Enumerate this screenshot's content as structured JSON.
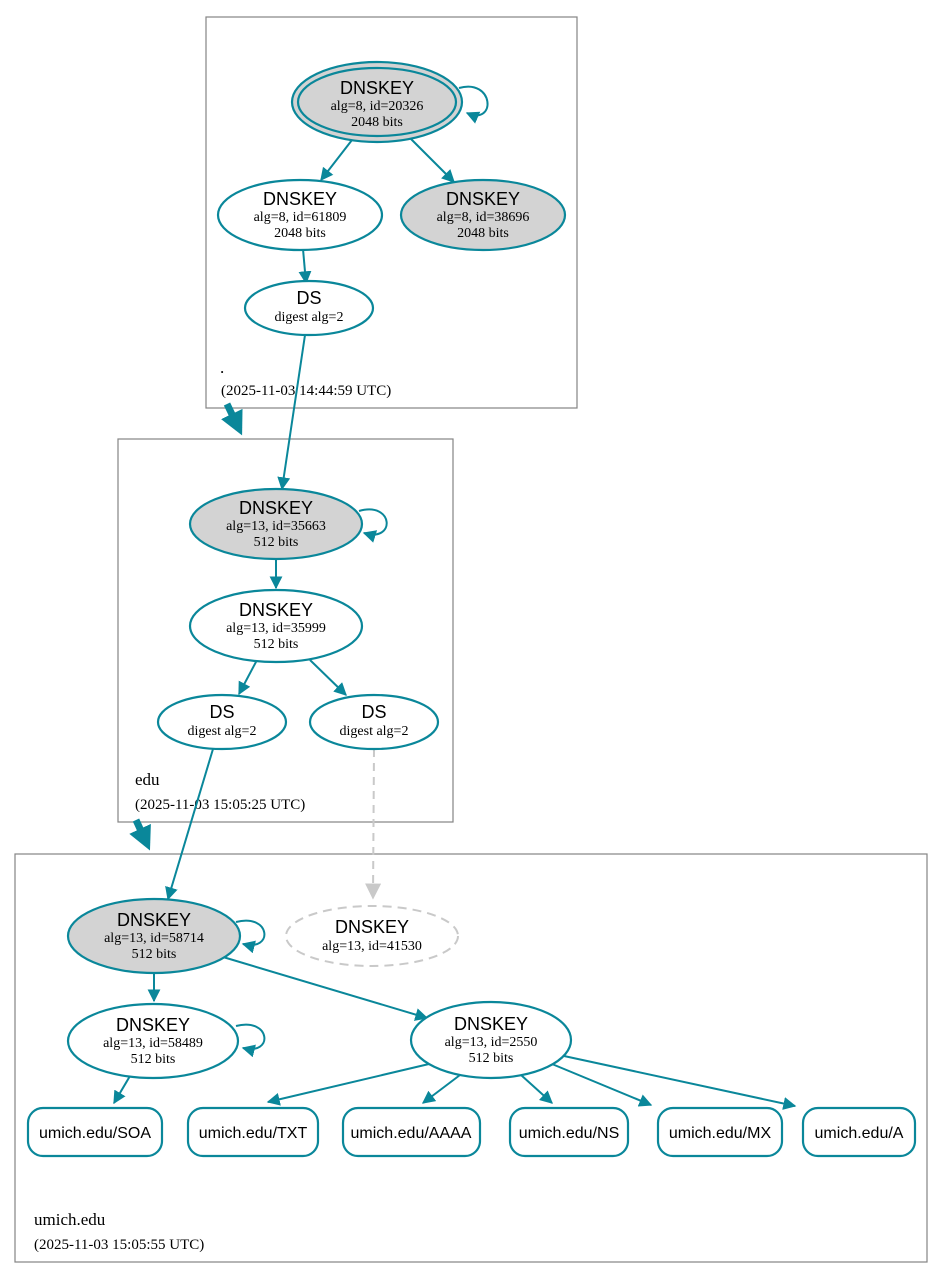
{
  "diagram_type": "dnssec-authentication-chain",
  "colors": {
    "secure": "#0a879a",
    "key_fill_gray": "#d3d3d3",
    "missing_dashed": "#c9c9c9",
    "zone_border": "#848484",
    "background": "#ffffff",
    "text": "#000000"
  },
  "zones": {
    "root": {
      "label": ".",
      "timestamp": "(2025-11-03 14:44:59 UTC)"
    },
    "edu": {
      "label": "edu",
      "timestamp": "(2025-11-03 15:05:25 UTC)"
    },
    "umich": {
      "label": "umich.edu",
      "timestamp": "(2025-11-03 15:05:55 UTC)"
    }
  },
  "nodes": {
    "root_ksk": {
      "type": "DNSKEY",
      "detail": "alg=8, id=20326",
      "bits": "2048 bits"
    },
    "root_zsk": {
      "type": "DNSKEY",
      "detail": "alg=8, id=61809",
      "bits": "2048 bits"
    },
    "root_ksk2": {
      "type": "DNSKEY",
      "detail": "alg=8, id=38696",
      "bits": "2048 bits"
    },
    "root_ds": {
      "type": "DS",
      "detail": "digest alg=2"
    },
    "edu_ksk": {
      "type": "DNSKEY",
      "detail": "alg=13, id=35663",
      "bits": "512 bits"
    },
    "edu_zsk": {
      "type": "DNSKEY",
      "detail": "alg=13, id=35999",
      "bits": "512 bits"
    },
    "edu_ds_left": {
      "type": "DS",
      "detail": "digest alg=2"
    },
    "edu_ds_right": {
      "type": "DS",
      "detail": "digest alg=2"
    },
    "umich_ksk": {
      "type": "DNSKEY",
      "detail": "alg=13, id=58714",
      "bits": "512 bits"
    },
    "umich_missing": {
      "type": "DNSKEY",
      "detail": "alg=13, id=41530"
    },
    "umich_zsk1": {
      "type": "DNSKEY",
      "detail": "alg=13, id=58489",
      "bits": "512 bits"
    },
    "umich_zsk2": {
      "type": "DNSKEY",
      "detail": "alg=13, id=2550",
      "bits": "512 bits"
    }
  },
  "rrsets": {
    "soa": "umich.edu/SOA",
    "txt": "umich.edu/TXT",
    "aaaa": "umich.edu/AAAA",
    "ns": "umich.edu/NS",
    "mx": "umich.edu/MX",
    "a": "umich.edu/A"
  }
}
